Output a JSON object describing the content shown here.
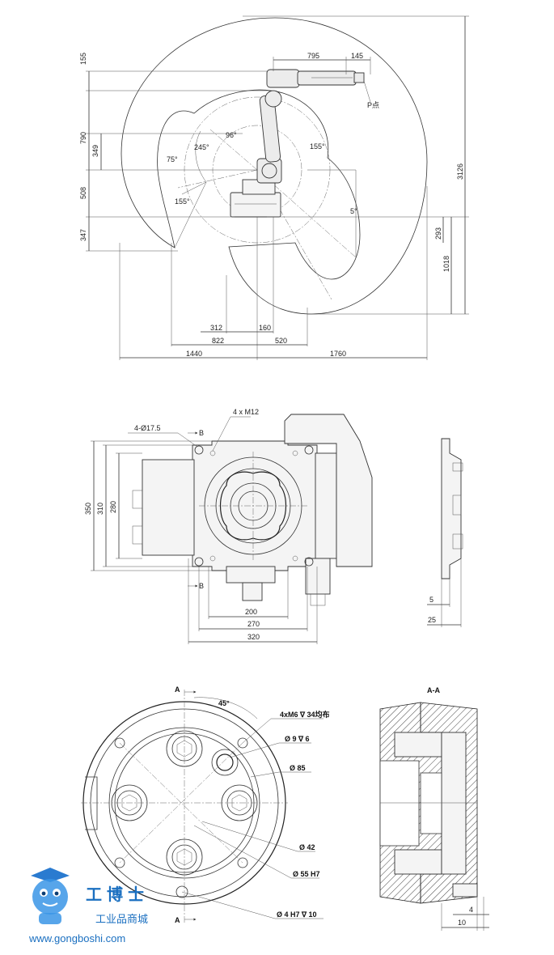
{
  "top_view": {
    "dims_top": [
      "795",
      "145"
    ],
    "dims_left": [
      "155",
      "790",
      "349",
      "508",
      "347"
    ],
    "dims_right": [
      "3126",
      "293",
      "1018"
    ],
    "dims_bottom_inner": [
      "312",
      "160"
    ],
    "dims_bottom_mid": [
      "822",
      "520"
    ],
    "dims_bottom_outer": [
      "1440",
      "1760"
    ],
    "angles": [
      "96°",
      "245°",
      "75°",
      "155°",
      "155°",
      "5°"
    ],
    "point_label": "P点"
  },
  "base_view": {
    "hole_label": "4-Ø17.5",
    "thread_label": "4 x M12",
    "section_mark": "B",
    "dims_left": [
      "350",
      "310",
      "280"
    ],
    "dims_bottom": [
      "200",
      "270",
      "320"
    ],
    "side_dims": [
      "5",
      "25"
    ]
  },
  "flange_view": {
    "section_mark": "A",
    "angle": "45°",
    "callouts": [
      "4xM6 ∇ 34均布",
      "Ø 9 ∇ 6",
      "Ø 85",
      "Ø 42",
      "Ø 55 H7",
      "Ø 4 H7 ∇ 10"
    ],
    "section_title": "A-A",
    "section_dims": [
      "4",
      "10"
    ]
  },
  "watermark": {
    "brand_cn": "工博士",
    "sub_cn": "工业品商城",
    "url": "www.gongboshi.com",
    "brand_color": "#1a6fc0"
  }
}
